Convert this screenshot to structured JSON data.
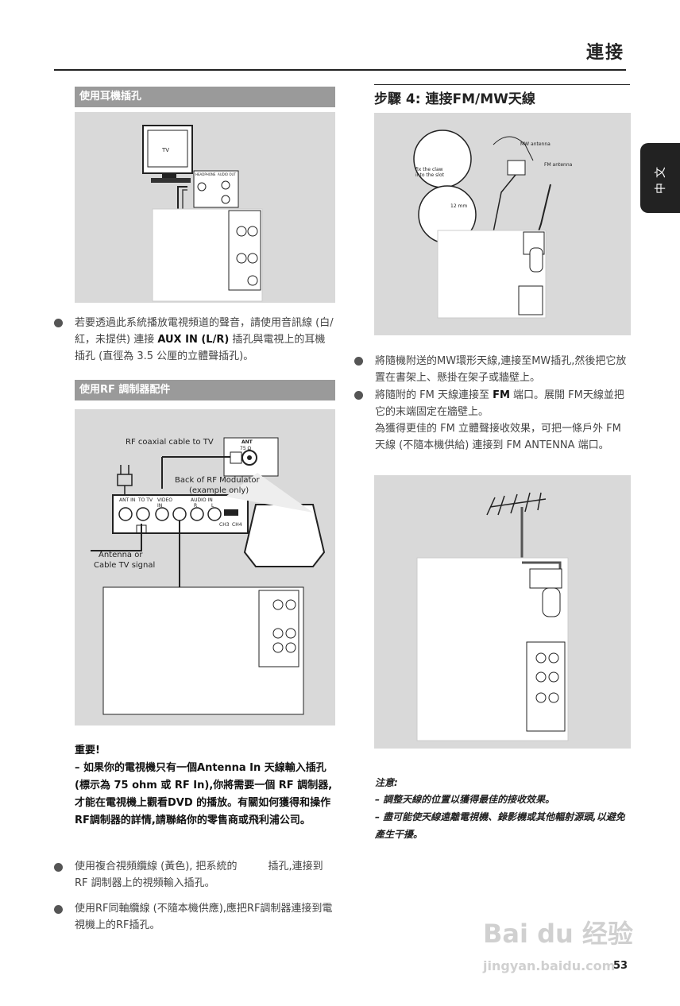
{
  "header": {
    "title": "連接"
  },
  "side_tab": {
    "label": "中文"
  },
  "left": {
    "headphone_section": {
      "heading": "使用耳機插孔",
      "diagram": {
        "tv": "TV",
        "headphone": "HEADPHONE",
        "audio_out": "AUDIO OUT"
      },
      "bullet_1": "若要透過此系統播放電視頻道的聲音，請使用音訊線 (白/紅，未提供) 連接 ",
      "bullet_1_bold": "AUX IN (L/R)",
      "bullet_1_tail": " 插孔與電視上的耳機插孔 (直徑為 3.5 公厘的立體聲插孔)。"
    },
    "rf_section": {
      "heading": "使用RF 調制器配件",
      "diagram": {
        "rf_cable": "RF coaxial cable to TV",
        "ant": "ANT",
        "ant_ohm": "75 Ω",
        "back_label_1": "Back of RF Modulator",
        "back_label_2": "(example only)",
        "ant_in": "ANT IN",
        "to_tv": "TO TV",
        "video_in": "VIDEO IN",
        "audio_in": "AUDIO IN",
        "r": "R",
        "l": "L",
        "ch3": "CH3",
        "ch4": "CH4",
        "antenna_1": "Antenna or",
        "antenna_2": "Cable TV signal"
      }
    },
    "important": {
      "heading": "重要!",
      "text": "– 如果你的電視機只有一個Antenna In 天線輸入插孔 (標示為 75 ohm 或 RF In),你將需要一個 RF 調制器,才能在電視機上觀看DVD 的播放。有關如何獲得和操作 RF調制器的詳情,請聯絡你的零售商或飛利浦公司。"
    },
    "bullet_2": "使用複合視頻纜線 (黃色), 把系統的　　　插孔,連接到 RF 調制器上的視頻輸入插孔。",
    "bullet_3": "使用RF同軸纜線 (不隨本機供應),應把RF調制器連接到電視機上的RF插孔。"
  },
  "right": {
    "step_title": "步驟 4: 連接FM/MW天線",
    "diagram": {
      "mw_antenna": "MW antenna",
      "fm_antenna": "FM antenna",
      "fix_claw": "fix the claw into the slot",
      "mm": "12 mm"
    },
    "bullet_1": "將隨機附送的MW環形天線,連接至MW插孔,然後把它放置在書架上、懸掛在架子或牆壁上。",
    "bullet_2_pre": "將隨附的 FM 天線連接至 ",
    "bullet_2_bold": "FM",
    "bullet_2_post": " 端口。展開 FM天線並把它的末端固定在牆壁上。",
    "bullet_2_extra": "為獲得更佳的 FM 立體聲接收效果，可把一條戶外 FM 天線 (不隨本機供給) 連接到 FM ANTENNA 端口。",
    "note": {
      "heading": "注意:",
      "line_1": "– 調整天線的位置以獲得最佳的接收效果。",
      "line_2": "– 盡可能使天線遠離電視機、錄影機或其他輻射源頭,以避免產生干擾。"
    }
  },
  "footer": {
    "page_number": "53",
    "watermark_1": "Bai du 经验",
    "watermark_2": "jingyan.baidu.com"
  }
}
